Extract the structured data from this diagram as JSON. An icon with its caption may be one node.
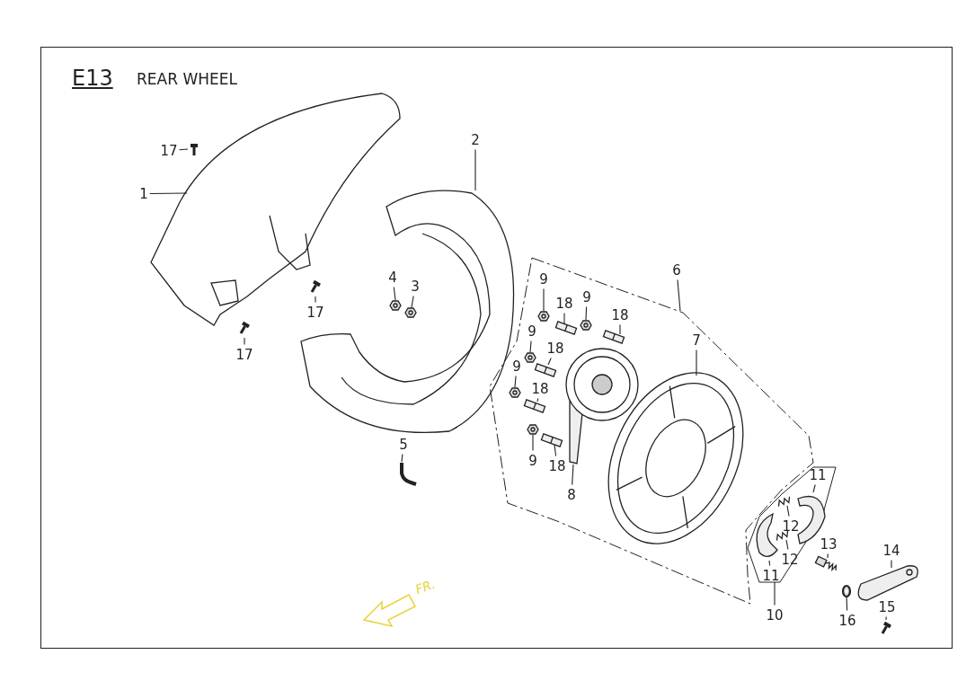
{
  "diagram": {
    "title": "REAR WHEEL",
    "nodes": [
      {
        "text": [],
        "shape": "outline"
      },
      {
        "text": [],
        "shape": "outline"
      },
      {
        "text": [
          "17"
        ]
      },
      {
        "text": [
          "1"
        ]
      },
      {
        "text": [
          "2"
        ]
      },
      {
        "text": [
          "4"
        ]
      },
      {
        "text": [
          "3"
        ]
      },
      {
        "text": [
          "17"
        ]
      },
      {
        "text": [
          "17"
        ]
      },
      {
        "text": [
          "5"
        ]
      },
      {
        "text": [
          "6"
        ]
      },
      {
        "text": [
          "7"
        ],
        "in": 0
      },
      {
        "text": [
          "9"
        ],
        "in": 0
      },
      {
        "text": [
          "18"
        ],
        "in": 0
      },
      {
        "text": [
          "9"
        ],
        "in": 0
      },
      {
        "text": [
          "18"
        ],
        "in": 0
      },
      {
        "text": [
          "9"
        ],
        "in": 0
      },
      {
        "text": [
          "18"
        ],
        "in": 0
      },
      {
        "text": [
          "9"
        ],
        "in": 0
      },
      {
        "text": [
          "18"
        ],
        "in": 0
      },
      {
        "text": [
          "9"
        ],
        "in": 0
      },
      {
        "text": [
          "18"
        ],
        "in": 0
      },
      {
        "text": [
          "8"
        ],
        "in": 0
      },
      {
        "text": [
          "10"
        ]
      },
      {
        "text": [
          "11"
        ],
        "in": 1
      },
      {
        "text": [
          "12"
        ],
        "in": 1
      },
      {
        "text": [
          "13"
        ]
      },
      {
        "text": [
          "14"
        ]
      },
      {
        "text": [
          "12"
        ],
        "in": 1
      },
      {
        "text": [
          "11"
        ],
        "in": 1
      },
      {
        "text": [
          "15"
        ]
      },
      {
        "text": [
          "16"
        ]
      },
      {
        "text": [],
        "shape": "picture"
      },
      {
        "text": [],
        "shape": "picture"
      },
      {
        "text": [],
        "shape": "picture"
      },
      {
        "text": [],
        "shape": "picture"
      },
      {
        "text": [],
        "shape": "picture"
      },
      {
        "text": [],
        "shape": "picture"
      },
      {
        "text": [],
        "shape": "picture"
      },
      {
        "text": [],
        "shape": "picture"
      },
      {
        "text": [],
        "shape": "picture",
        "in": 0
      },
      {
        "text": [],
        "shape": "picture",
        "in": 0
      },
      {
        "text": [],
        "shape": "picture",
        "in": 0
      },
      {
        "text": [],
        "shape": "picture",
        "in": 0
      },
      {
        "text": [],
        "shape": "picture",
        "in": 0
      },
      {
        "text": [],
        "shape": "picture",
        "in": 0
      },
      {
        "text": [],
        "shape": "picture",
        "in": 0
      },
      {
        "text": [],
        "shape": "picture",
        "in": 0
      },
      {
        "text": [],
        "shape": "picture",
        "in": 0
      },
      {
        "text": [],
        "shape": "picture",
        "in": 0
      },
      {
        "text": [],
        "shape": "picture",
        "in": 0
      },
      {
        "text": [],
        "shape": "picture",
        "in": 0
      },
      {
        "text": [],
        "shape": "picture",
        "in": 1
      },
      {
        "text": [],
        "shape": "picture",
        "in": 1
      },
      {
        "text": [],
        "shape": "picture"
      },
      {
        "text": [],
        "shape": "picture"
      },
      {
        "text": [],
        "shape": "picture",
        "in": 1
      },
      {
        "text": [],
        "shape": "picture",
        "in": 1
      },
      {
        "text": [],
        "shape": "picture"
      },
      {
        "text": [],
        "shape": "picture"
      }
    ],
    "edges": [
      {
        "from": 2,
        "to": 32,
        "arrow": "none"
      },
      {
        "from": 3,
        "to": 33,
        "arrow": "none"
      },
      {
        "from": 4,
        "to": 34,
        "arrow": "none"
      },
      {
        "from": 5,
        "to": 35,
        "arrow": "none"
      },
      {
        "from": 6,
        "to": 36,
        "arrow": "none"
      },
      {
        "from": 7,
        "to": 37,
        "arrow": "none"
      },
      {
        "from": 8,
        "to": 38,
        "arrow": "none"
      },
      {
        "from": 9,
        "to": 39,
        "arrow": "none"
      },
      {
        "from": 10,
        "to": 0,
        "arrow": "none"
      },
      {
        "from": 11,
        "to": 40,
        "arrow": "none"
      },
      {
        "from": 12,
        "to": 41,
        "arrow": "none"
      },
      {
        "from": 13,
        "to": 42,
        "arrow": "none"
      },
      {
        "from": 14,
        "to": 43,
        "arrow": "none"
      },
      {
        "from": 15,
        "to": 44,
        "arrow": "none"
      },
      {
        "from": 16,
        "to": 45,
        "arrow": "none"
      },
      {
        "from": 17,
        "to": 46,
        "arrow": "none"
      },
      {
        "from": 18,
        "to": 47,
        "arrow": "none"
      },
      {
        "from": 19,
        "to": 48,
        "arrow": "none"
      },
      {
        "from": 20,
        "to": 49,
        "arrow": "none"
      },
      {
        "from": 21,
        "to": 50,
        "arrow": "none"
      },
      {
        "from": 22,
        "to": 51,
        "arrow": "none"
      },
      {
        "from": 23,
        "to": 1,
        "arrow": "none"
      },
      {
        "from": 24,
        "to": 52,
        "arrow": "none"
      },
      {
        "from": 25,
        "to": 53,
        "arrow": "none"
      },
      {
        "from": 26,
        "to": 54,
        "arrow": "none"
      },
      {
        "from": 27,
        "to": 55,
        "arrow": "none"
      },
      {
        "from": 28,
        "to": 56,
        "arrow": "none"
      },
      {
        "from": 29,
        "to": 57,
        "arrow": "none"
      },
      {
        "from": 30,
        "to": 58,
        "arrow": "none"
      },
      {
        "from": 31,
        "to": 59,
        "arrow": "none"
      }
    ],
    "labels": [
      "E13",
      "FR."
    ]
  }
}
